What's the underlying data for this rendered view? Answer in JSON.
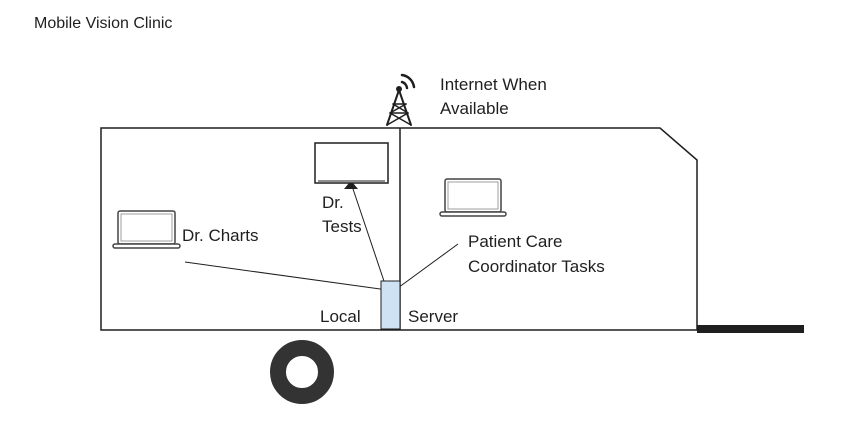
{
  "title": "Mobile Vision Clinic",
  "labels": {
    "internet_line1": "Internet When",
    "internet_line2": "Available",
    "dr_tests_line1": "Dr.",
    "dr_tests_line2": "Tests",
    "dr_charts": "Dr. Charts",
    "pcc_line1": "Patient Care",
    "pcc_line2": "Coordinator Tasks",
    "local": "Local",
    "server": "Server"
  },
  "icons": [
    "cell-tower-icon",
    "monitor-icon",
    "laptop-icon",
    "server-icon",
    "wheel-icon"
  ],
  "colors": {
    "line": "#1f1f1f",
    "server_fill": "#cfe2f3",
    "wheel": "#333333"
  }
}
